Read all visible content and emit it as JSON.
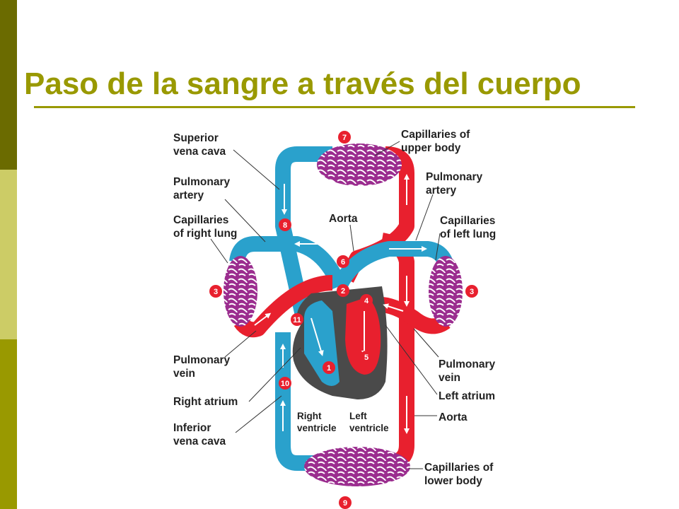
{
  "slide": {
    "title": "Paso de la sangre a través del cuerpo"
  },
  "colors": {
    "accent": "#999900",
    "sidebar_dark": "#6b6b00",
    "sidebar_light": "#cccc66",
    "oxygenated": "#e8202e",
    "deoxygenated": "#2aa1cc",
    "capillary": "#9b2d8f",
    "heart": "#4a4a4a"
  },
  "labels": {
    "superior_vena_cava": [
      "Superior",
      "vena cava"
    ],
    "pulmonary_artery_left": [
      "Pulmonary",
      "artery"
    ],
    "capillaries_right_lung": [
      "Capillaries",
      "of right lung"
    ],
    "pulmonary_vein_left": [
      "Pulmonary",
      "vein"
    ],
    "right_atrium": [
      "Right atrium"
    ],
    "inferior_vena_cava": [
      "Inferior",
      "vena cava"
    ],
    "capillaries_upper_body": [
      "Capillaries of",
      "upper body"
    ],
    "pulmonary_artery_right": [
      "Pulmonary",
      "artery"
    ],
    "aorta_top": [
      "Aorta"
    ],
    "capillaries_left_lung": [
      "Capillaries",
      "of left lung"
    ],
    "pulmonary_vein_right": [
      "Pulmonary",
      "vein"
    ],
    "left_atrium": [
      "Left atrium"
    ],
    "aorta_bottom": [
      "Aorta"
    ],
    "right_ventricle": [
      "Right",
      "ventricle"
    ],
    "left_ventricle": [
      "Left",
      "ventricle"
    ],
    "capillaries_lower_body": [
      "Capillaries of",
      "lower body"
    ]
  },
  "steps": [
    "1",
    "2",
    "3",
    "3",
    "4",
    "5",
    "6",
    "7",
    "8",
    "9",
    "10",
    "11"
  ]
}
